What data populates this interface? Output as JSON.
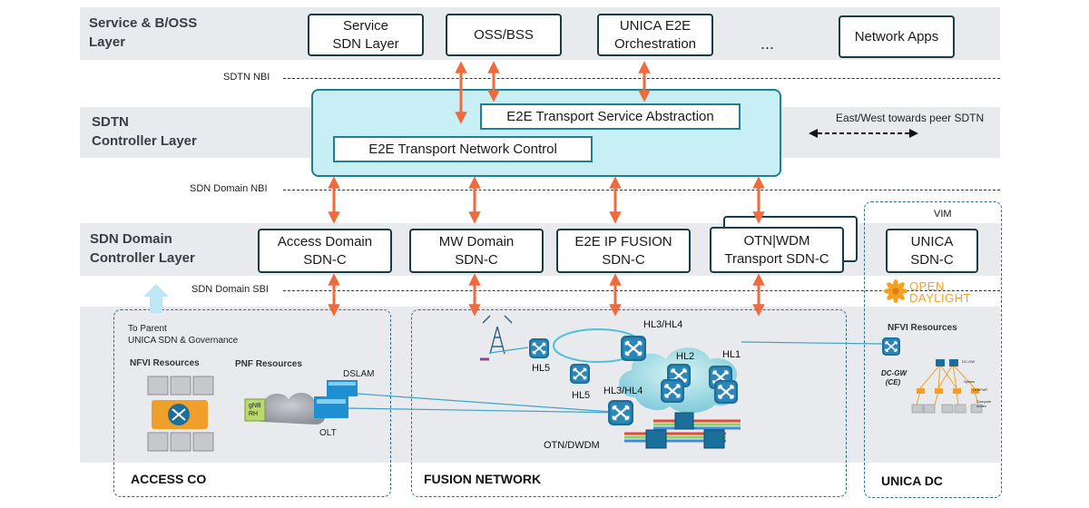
{
  "layers": {
    "service_title_l1": "Service & B/OSS",
    "service_title_l2": "Layer",
    "sdtn_title_l1": "SDTN",
    "sdtn_title_l2": "Controller Layer",
    "domain_title_l1": "SDN Domain",
    "domain_title_l2": "Controller Layer"
  },
  "service_boxes": {
    "service_sdn_l1": "Service",
    "service_sdn_l2": "SDN Layer",
    "oss_bss": "OSS/BSS",
    "unica_e2e_l1": "UNICA E2E",
    "unica_e2e_l2": "Orchestration",
    "ellipsis": "...",
    "network_apps": "Network Apps"
  },
  "interfaces": {
    "sdtn_nbi": "SDTN NBI",
    "domain_nbi": "SDN Domain NBI",
    "domain_sbi": "SDN Domain SBI",
    "east_west": "East/West towards peer SDTN"
  },
  "sdtn": {
    "service_abstraction": "E2E Transport Service Abstraction",
    "network_control": "E2E Transport Network Control"
  },
  "domain_controllers": {
    "access_l1": "Access Domain",
    "access_l2": "SDN-C",
    "mw_l1": "MW Domain",
    "mw_l2": "SDN-C",
    "ipfusion_l1": "E2E IP FUSION",
    "ipfusion_l2": "SDN-C",
    "otn_l1": "OTN|WDM",
    "otn_l2": "Transport SDN-C",
    "unica_l1": "UNICA",
    "unica_l2": "SDN-C",
    "vim": "VIM"
  },
  "opendaylight": {
    "line1": "OPEN",
    "line2": "DAYLIGHT"
  },
  "access_co": {
    "parent_l1": "To Parent",
    "parent_l2": "UNICA SDN & Governance",
    "nfvi": "NFVI Resources",
    "pnf": "PNF Resources",
    "dslam": "DSLAM",
    "olt": "OLT",
    "gnb_l1": "gNB",
    "gnb_l2": "RH",
    "title": "ACCESS CO"
  },
  "fusion": {
    "hl3_hl4_top": "HL3/HL4",
    "hl2": "HL2",
    "hl1": "HL1",
    "hl5_a": "HL5",
    "hl5_b": "HL5",
    "hl3_hl4_bottom": "HL3/HL4",
    "otn_dwdm": "OTN/DWDM",
    "title": "FUSION NETWORK"
  },
  "unica_dc": {
    "nfvi": "NFVI Resources",
    "dc_gw_l1": "DC-GW",
    "dc_gw_l2": "(CE)",
    "dc_gw_small": "DC-GW",
    "spines": "Spines",
    "leaf": "Leaf/ToR",
    "compute_l1": "Compute",
    "compute_l2": "nodes",
    "title": "UNICA DC"
  },
  "colors": {
    "band": "#e8eaed",
    "box_border": "#163d47",
    "sdtn_fill": "#c8eef6",
    "sdtn_border": "#1f7f94",
    "arrow": "#ef6a3c",
    "zone_border": "#2c6e8e",
    "router": "#1b6f9b"
  }
}
